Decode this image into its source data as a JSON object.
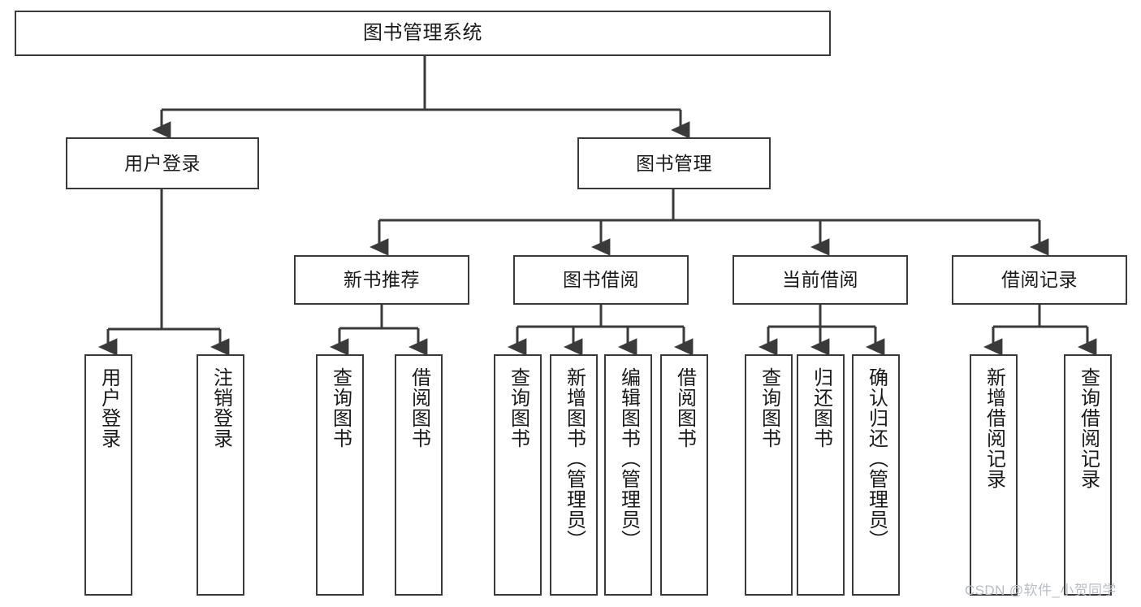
{
  "diagram": {
    "title": "图书管理系统",
    "levels": {
      "root": {
        "label": "图书管理系统"
      },
      "level2": [
        {
          "label": "用户登录"
        },
        {
          "label": "图书管理"
        }
      ],
      "level3": [
        {
          "label": "新书推荐"
        },
        {
          "label": "图书借阅"
        },
        {
          "label": "当前借阅"
        },
        {
          "label": "借阅记录"
        }
      ],
      "leaves": {
        "user_login": [
          {
            "label": "用户登录"
          },
          {
            "label": "注销登录"
          }
        ],
        "new_book_recommend": [
          {
            "label": "查询图书"
          },
          {
            "label": "借阅图书"
          }
        ],
        "book_borrow": [
          {
            "label": "查询图书"
          },
          {
            "label": "新增图书（管理员）"
          },
          {
            "label": "编辑图书（管理员）"
          },
          {
            "label": "借阅图书"
          }
        ],
        "current_borrow": [
          {
            "label": "查询图书"
          },
          {
            "label": "归还图书"
          },
          {
            "label": "确认归还（管理员）"
          }
        ],
        "borrow_record": [
          {
            "label": "新增借阅记录"
          },
          {
            "label": "查询借阅记录"
          }
        ]
      }
    }
  },
  "watermark": {
    "text": "CSDN @软件_小贺同学"
  },
  "colors": {
    "stroke": "#3a3a3a",
    "text": "#1a1a1a",
    "background": "#ffffff",
    "watermark": "#b9bdc4"
  }
}
